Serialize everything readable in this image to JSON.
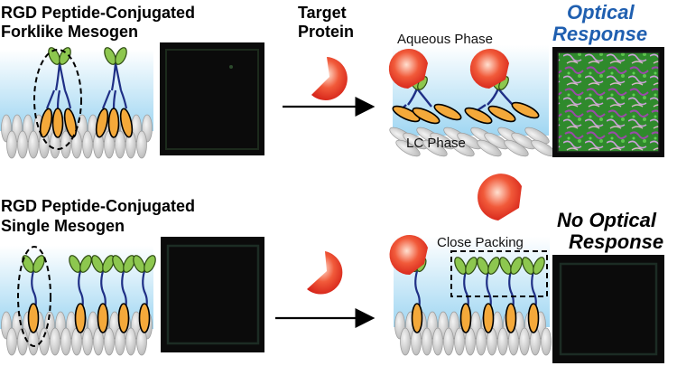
{
  "top_row": {
    "title_line1": "RGD Peptide-Conjugated",
    "title_line2": "Forklike Mesogen",
    "arrow_label_line1": "Target",
    "arrow_label_line2": "Protein",
    "aqueous_label": "Aqueous Phase",
    "lc_label": "LC Phase",
    "response_line1": "Optical",
    "response_line2": "Response"
  },
  "bottom_row": {
    "title_line1": "RGD Peptide-Conjugated",
    "title_line2": "Single Mesogen",
    "close_packing_label": "Close Packing",
    "response_line1": "No Optical",
    "response_line2": "Response"
  },
  "colors": {
    "aqueous_gradient_top": "#ffffff",
    "aqueous_gradient_bottom": "#9fd6f2",
    "lc_molecule": "#d4d4d4",
    "mesogen_core": "#f4a93a",
    "peptide_head": "#8dc74f",
    "linker": "#1f2f86",
    "protein": "#e8261c",
    "optical_response_text": "#1f5fb0",
    "micrograph_dark": "#0b0b0b",
    "micrograph_bright": "#3aa832"
  },
  "icons": {
    "protein": "pacman-protein-icon",
    "arrow": "right-arrow-icon"
  }
}
